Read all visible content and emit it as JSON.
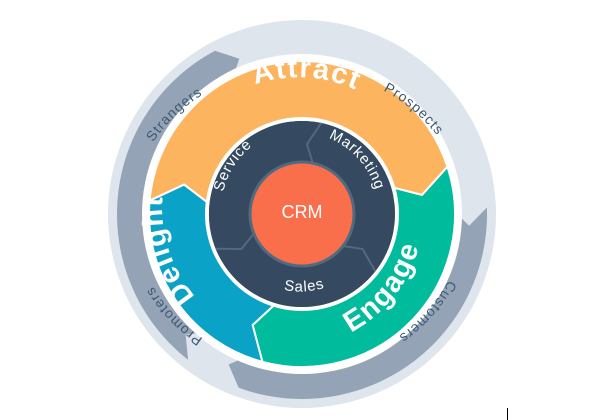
{
  "flywheel": {
    "outer_ring": {
      "labels": [
        "Strangers",
        "Prospects",
        "Customers",
        "Promoters"
      ],
      "colors": {
        "ring": "#dfe5ec",
        "arrow": "#94a4b6",
        "text": "#3d5a72"
      }
    },
    "phases": [
      {
        "label": "Attract",
        "color": "#fdb45e"
      },
      {
        "label": "Engage",
        "color": "#00bb9c"
      },
      {
        "label": "Delight",
        "color": "#0aa3c7"
      }
    ],
    "teams": {
      "labels": [
        "Marketing",
        "Sales",
        "Service"
      ],
      "color": "#354a60",
      "divider": "#526a80"
    },
    "core": {
      "label": "CRM",
      "color": "#fa6f4b"
    },
    "white_border": "#ffffff"
  }
}
